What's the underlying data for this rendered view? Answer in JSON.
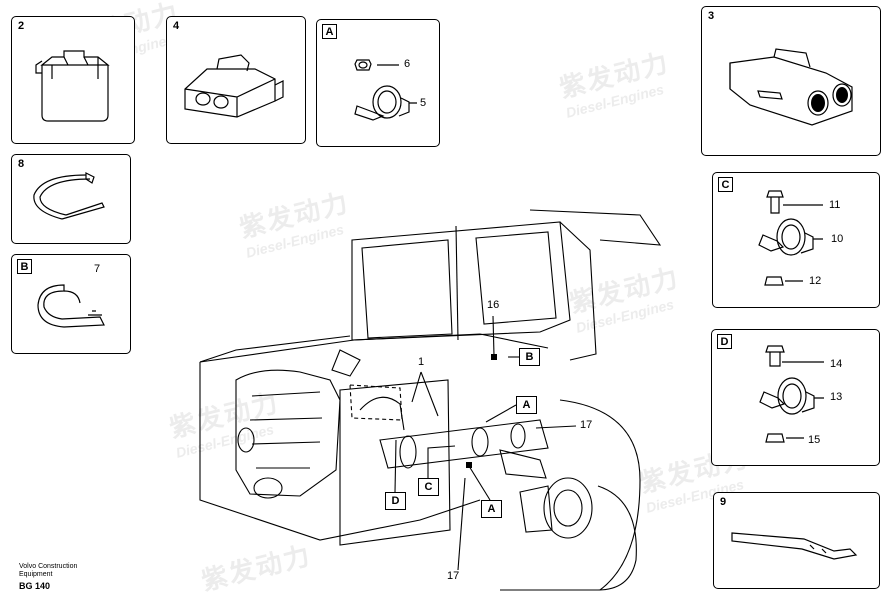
{
  "panels": {
    "p2": {
      "label": "2"
    },
    "p4": {
      "label": "4"
    },
    "pA": {
      "label": "A",
      "c6": "6",
      "c5": "5"
    },
    "p3": {
      "label": "3"
    },
    "p8": {
      "label": "8"
    },
    "pB": {
      "label": "B",
      "c7": "7"
    },
    "pC": {
      "label": "C",
      "c11": "11",
      "c10": "10",
      "c12": "12"
    },
    "pD": {
      "label": "D",
      "c14": "14",
      "c13": "13",
      "c15": "15"
    },
    "p9": {
      "label": "9"
    }
  },
  "main": {
    "c16": "16",
    "c1": "1",
    "c17a": "17",
    "c17b": "17",
    "boxB": "B",
    "boxA1": "A",
    "boxC": "C",
    "boxD": "D",
    "boxA2": "A"
  },
  "footer": {
    "line1": "Volvo Construction",
    "line2": "Equipment",
    "code": "BG 140"
  },
  "watermark": {
    "cn": "紫发动力",
    "en": "Diesel-Engines"
  }
}
